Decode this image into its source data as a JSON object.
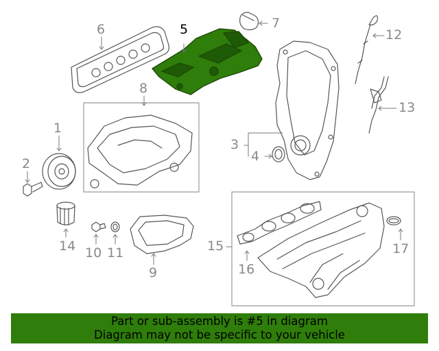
{
  "callouts": {
    "c1": "1",
    "c2": "2",
    "c3": "3",
    "c4": "4",
    "c5": "5",
    "c6": "6",
    "c7": "7",
    "c8": "8",
    "c9": "9",
    "c10": "10",
    "c11": "11",
    "c12": "12",
    "c13": "13",
    "c14": "14",
    "c15": "15",
    "c16": "16",
    "c17": "17"
  },
  "highlight_color": "#2f7d0a",
  "banner": {
    "line1": "Part or sub-assembly is #5 in diagram",
    "line2": "Diagram may not be specific to your vehicle"
  }
}
